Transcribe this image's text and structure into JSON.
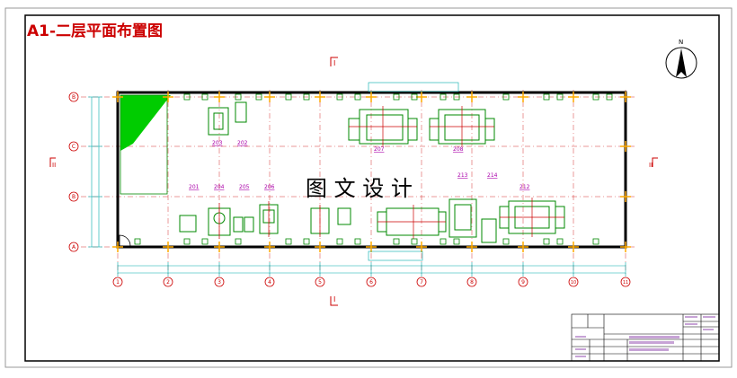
{
  "drawing": {
    "title": "A1-二层平面布置图",
    "watermark": "图 文 设 计",
    "north_label": "N"
  },
  "grid": {
    "row_labels": [
      "B",
      "C",
      "B",
      "A"
    ],
    "col_labels": [
      "1",
      "2",
      "3",
      "4",
      "5",
      "6",
      "7",
      "8",
      "9",
      "10",
      "11"
    ]
  },
  "equipment_labels": {
    "top": [
      "203",
      "202",
      "207",
      "208"
    ],
    "bottom": [
      "201",
      "204",
      "205",
      "206",
      "213",
      "214",
      "212"
    ]
  },
  "section_markers": [
    "I",
    "I",
    "II",
    "II"
  ],
  "colors": {
    "frame": "#000000",
    "title": "#cc0000",
    "wall": "#000000",
    "equipment": "#008800",
    "section": "#cc0000",
    "axis": "#cc0000",
    "dims": "#00aaaa",
    "label": "#aa00aa",
    "column": "#ffaa00"
  }
}
